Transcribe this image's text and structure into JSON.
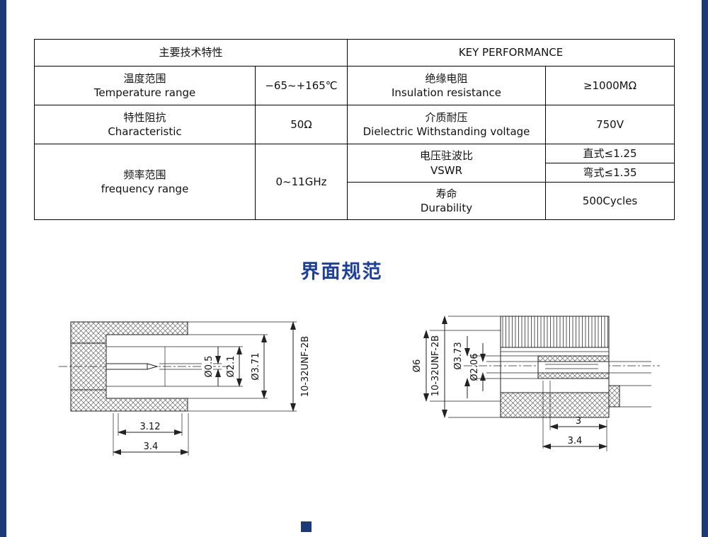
{
  "page": {
    "title": "界面规范",
    "accent_color": "#1d3a78"
  },
  "table": {
    "header_left": "主要技术特性",
    "header_right": "KEY PERFORMANCE",
    "temperature": {
      "cn": "温度范围",
      "en": "Temperature range",
      "value": "−65~+165℃"
    },
    "impedance": {
      "cn": "特性阻抗",
      "en": "Characteristic",
      "value": "50Ω"
    },
    "frequency": {
      "cn": "频率范围",
      "en": "frequency range",
      "value": "0~11GHz"
    },
    "insulation": {
      "cn": "绝缘电阻",
      "en": "Insulation resistance",
      "value": "≥1000MΩ"
    },
    "dielectric": {
      "cn": "介质耐压",
      "en": "Dielectric Withstanding voltage",
      "value": "750V"
    },
    "vswr": {
      "cn": "电压驻波比",
      "en": "VSWR",
      "straight": "直式≤1.25",
      "bend": "弯式≤1.35"
    },
    "durability": {
      "cn": "寿命",
      "en": "Durability",
      "value": "500Cycles"
    }
  },
  "drawings": {
    "left": {
      "dia_pin": "Ø0.5",
      "dia_insulator": "Ø2.1",
      "dia_bore": "Ø3.71",
      "thread": "10-32UNF-2B",
      "len_inner": "3.12",
      "len_outer": "3.4"
    },
    "right": {
      "dia_body": "Ø6",
      "thread": "10-32UNF-2B",
      "dia_bore": "Ø3.73",
      "dia_contact": "Ø2.06",
      "len_inner": "3",
      "len_outer": "3.4"
    }
  }
}
